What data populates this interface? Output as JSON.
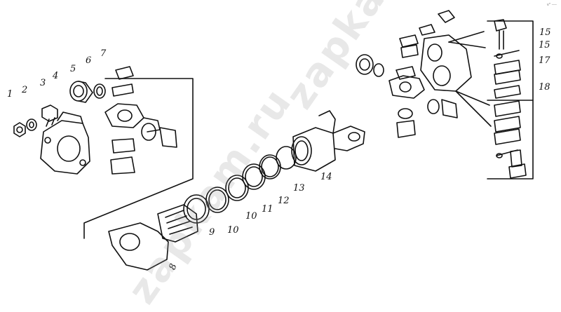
{
  "diagram": {
    "callouts": [
      {
        "id": "c1",
        "label": "1"
      },
      {
        "id": "c2",
        "label": "2"
      },
      {
        "id": "c3",
        "label": "3"
      },
      {
        "id": "c4",
        "label": "4"
      },
      {
        "id": "c5",
        "label": "5"
      },
      {
        "id": "c6",
        "label": "6"
      },
      {
        "id": "c7",
        "label": "7"
      },
      {
        "id": "c8",
        "label": "8"
      },
      {
        "id": "c9",
        "label": "9"
      },
      {
        "id": "c10a",
        "label": "10"
      },
      {
        "id": "c10b",
        "label": "10"
      },
      {
        "id": "c11",
        "label": "11"
      },
      {
        "id": "c12",
        "label": "12"
      },
      {
        "id": "c13",
        "label": "13"
      },
      {
        "id": "c14",
        "label": "14"
      },
      {
        "id": "c15a",
        "label": "15"
      },
      {
        "id": "c15b",
        "label": "15"
      },
      {
        "id": "c17",
        "label": "17"
      },
      {
        "id": "c18",
        "label": "18"
      }
    ],
    "corner_mark": "v\" ----",
    "watermark_top": "zapkam.ru",
    "watermark_bottom": "zapkam.ru"
  }
}
